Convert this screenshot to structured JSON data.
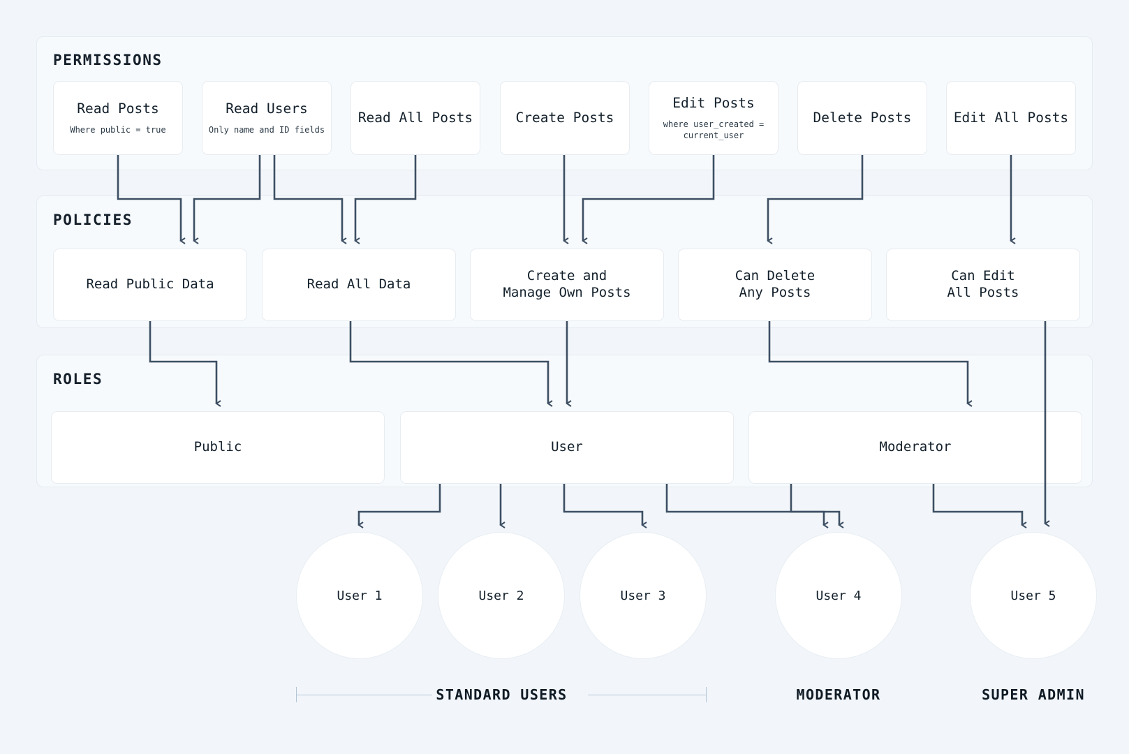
{
  "sections": {
    "permissions": {
      "title": "PERMISSIONS"
    },
    "policies": {
      "title": "POLICIES"
    },
    "roles": {
      "title": "ROLES"
    }
  },
  "permissions": [
    {
      "title": "Read Posts",
      "sub": "Where public = true"
    },
    {
      "title": "Read Users",
      "sub": "Only name and ID fields"
    },
    {
      "title": "Read All Posts",
      "sub": ""
    },
    {
      "title": "Create Posts",
      "sub": ""
    },
    {
      "title": "Edit Posts",
      "sub": "where user_created =\ncurrent_user"
    },
    {
      "title": "Delete Posts",
      "sub": ""
    },
    {
      "title": "Edit All Posts",
      "sub": ""
    }
  ],
  "policies": [
    {
      "title": "Read Public Data"
    },
    {
      "title": "Read All Data"
    },
    {
      "title": "Create and\nManage Own Posts"
    },
    {
      "title": "Can Delete\nAny Posts"
    },
    {
      "title": "Can Edit\nAll Posts"
    }
  ],
  "roles": [
    {
      "title": "Public"
    },
    {
      "title": "User"
    },
    {
      "title": "Moderator"
    }
  ],
  "users": [
    {
      "label": "User 1"
    },
    {
      "label": "User 2"
    },
    {
      "label": "User 3"
    },
    {
      "label": "User 4"
    },
    {
      "label": "User 5"
    }
  ],
  "group_labels": [
    {
      "label": "STANDARD USERS"
    },
    {
      "label": "MODERATOR"
    },
    {
      "label": "SUPER ADMIN"
    }
  ],
  "colors": {
    "background": "#f2f6fa",
    "section_bg": "#f7fafc",
    "node_bg": "#ffffff",
    "connector": "#3d4f63",
    "text": "#13202b",
    "bracket": "#b4c4d4"
  }
}
